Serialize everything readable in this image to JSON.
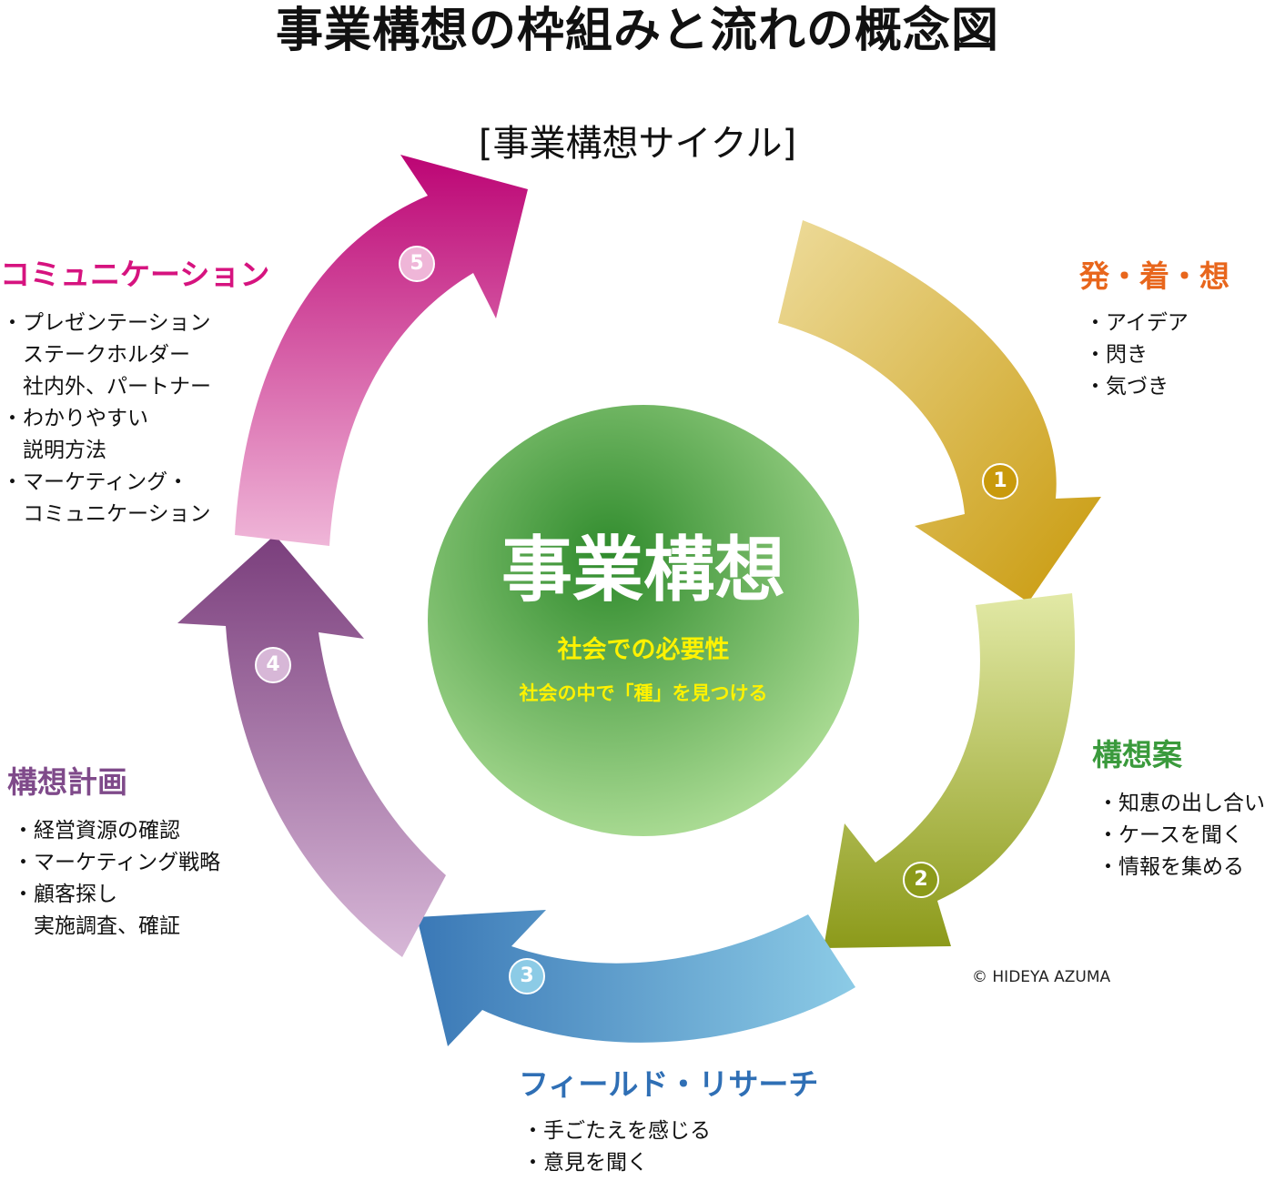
{
  "title": "事業構想の枠組みと流れの概念図",
  "subtitle": "[事業構想サイクル]",
  "center": {
    "title": "事業構想",
    "sub1": "社会での必要性",
    "sub2": "社会の中で「種」を見つける"
  },
  "steps": [
    {
      "num": "1",
      "title": "発・着・想",
      "color": "#e8661c",
      "items": [
        "・アイデア",
        "・閃き",
        "・気づき"
      ]
    },
    {
      "num": "2",
      "title": "構想案",
      "color": "#3a9a3c",
      "items": [
        "・知恵の出し合い",
        "・ケースを聞く",
        "・情報を集める"
      ]
    },
    {
      "num": "3",
      "title": "フィールド・リサーチ",
      "color": "#2f6fb5",
      "items": [
        "・手ごたえを感じる",
        "・意見を聞く"
      ]
    },
    {
      "num": "4",
      "title": "構想計画",
      "color": "#7f4a8a",
      "items": [
        "・経営資源の確認",
        "・マーケティング戦略",
        "・顧客探し",
        "　実施調査、確証"
      ]
    },
    {
      "num": "5",
      "title": "コミュニケーション",
      "color": "#d6137f",
      "items": [
        "・プレゼンテーション",
        "　ステークホルダー",
        "　社内外、パートナー",
        "・わかりやすい",
        "　説明方法",
        "・マーケティング・",
        "　コミュニケーション"
      ]
    }
  ],
  "arrow_colors": {
    "1": [
      "#eddb9a",
      "#c99a0c"
    ],
    "2": [
      "#e2e9a6",
      "#8c9a1a"
    ],
    "3": [
      "#3a78b6",
      "#8ccbe6"
    ],
    "4": [
      "#7a3e7c",
      "#d7b7d7"
    ],
    "5": [
      "#bc0474",
      "#efb6d8"
    ]
  },
  "center_colors": [
    "#2f8b2c",
    "#b9e5a0"
  ],
  "credit": "© HIDEYA AZUMA"
}
